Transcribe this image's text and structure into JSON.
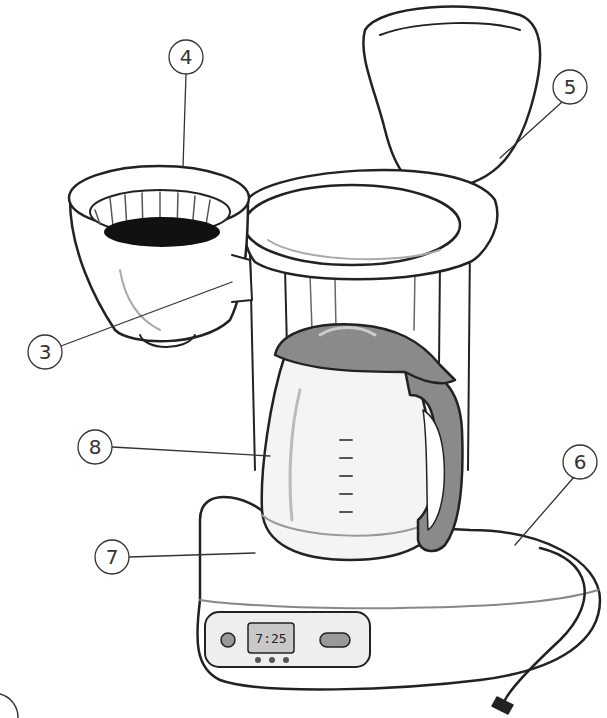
{
  "diagram": {
    "labels": [
      "4",
      "5",
      "3",
      "8",
      "6",
      "7",
      "7:25"
    ]
  }
}
